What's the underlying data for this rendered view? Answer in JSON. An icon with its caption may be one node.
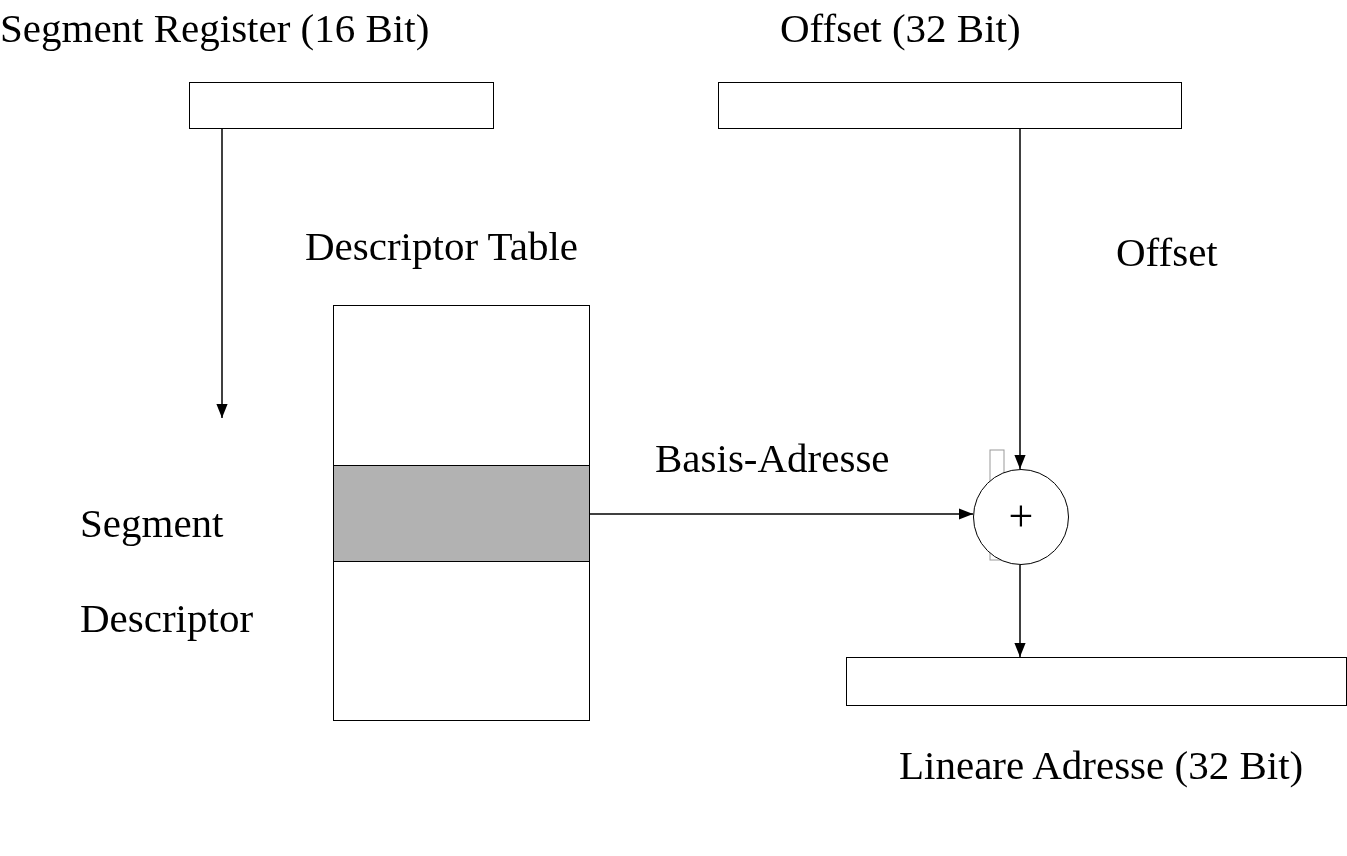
{
  "diagram": {
    "nodes": [
      {
        "text": [
          "Segment Register (16 Bit)"
        ]
      },
      {
        "text": [
          "Offset (32 Bit)"
        ]
      },
      {
        "text": [
          "Descriptor Table"
        ]
      },
      {
        "text": [],
        "shape": "bar",
        "in": 2,
        "beside": [
          "Segment Descriptor"
        ]
      },
      {
        "text": [
          "+"
        ]
      },
      {
        "text": [
          "Lineare Adresse (32 Bit)"
        ]
      }
    ],
    "edges": [
      {
        "from": 0,
        "to": null,
        "arrow": "to"
      },
      {
        "from": 1,
        "to": 4,
        "arrow": "to",
        "label": "Offset"
      },
      {
        "from": 3,
        "to": 4,
        "arrow": "to",
        "label": "Basis-Adresse"
      },
      {
        "from": 4,
        "to": 5,
        "arrow": "to"
      }
    ]
  }
}
